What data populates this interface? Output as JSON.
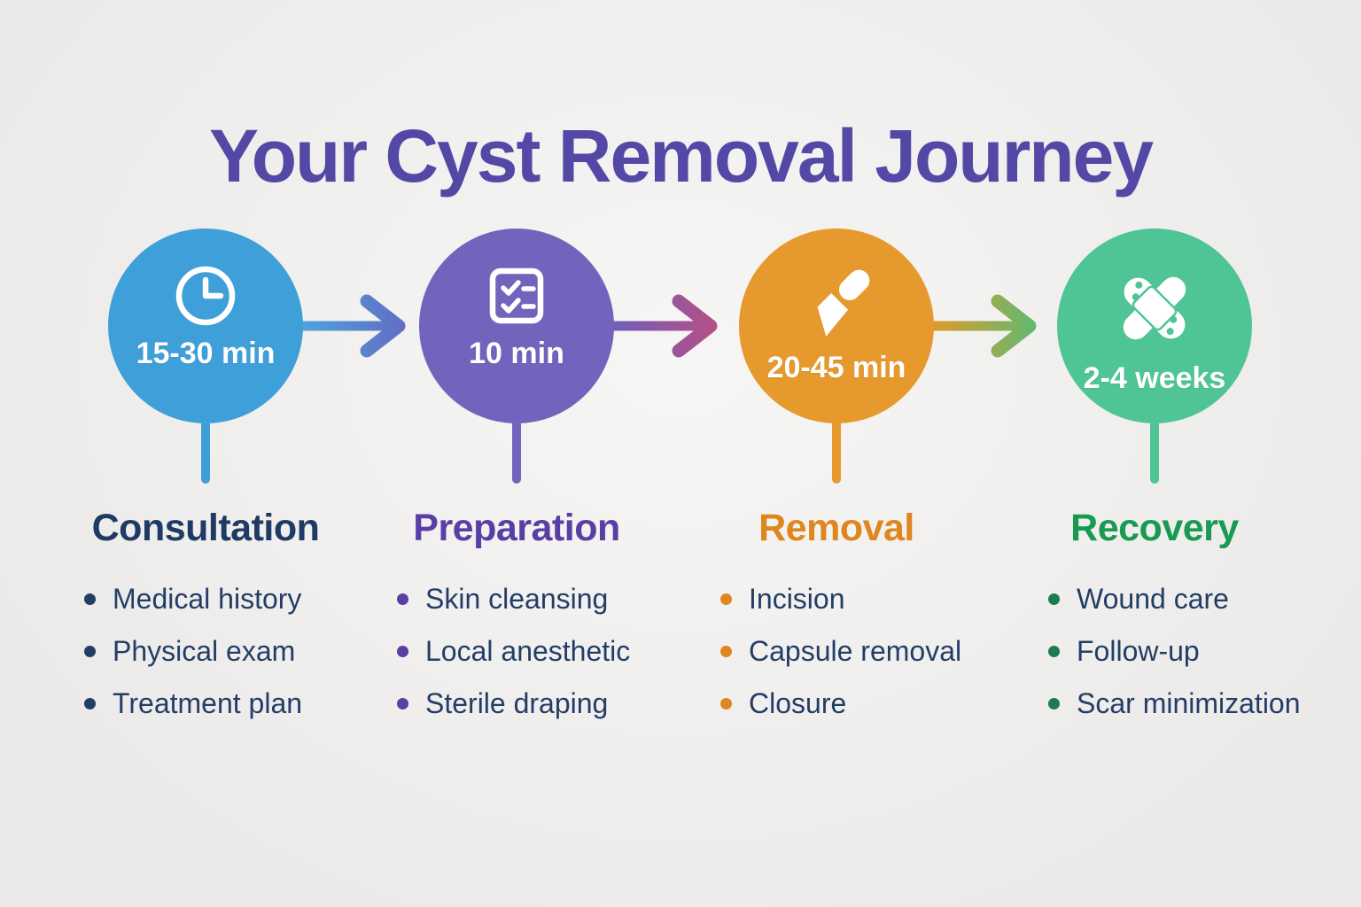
{
  "background_color": "#f2f1ef",
  "title": {
    "text": "Your Cyst Removal Journey",
    "color": "#5348a5"
  },
  "body_text_color": "#233e66",
  "stages": [
    {
      "name": "Consultation",
      "duration": "15-30 min",
      "icon": "clock-icon",
      "circle_color": "#3f9fd9",
      "heading_color": "#1f3a64",
      "bullet_color": "#233e66",
      "items": [
        "Medical history",
        "Physical exam",
        "Treatment plan"
      ]
    },
    {
      "name": "Preparation",
      "duration": "10 min",
      "icon": "checklist-icon",
      "circle_color": "#7363bd",
      "heading_color": "#5a3ea6",
      "bullet_color": "#5a3ea6",
      "items": [
        "Skin cleansing",
        "Local anesthetic",
        "Sterile draping"
      ]
    },
    {
      "name": "Removal",
      "duration": "20-45 min",
      "icon": "scalpel-icon",
      "circle_color": "#e6992d",
      "heading_color": "#df861e",
      "bullet_color": "#e0861f",
      "items": [
        "Incision",
        "Capsule removal",
        "Closure"
      ]
    },
    {
      "name": "Recovery",
      "duration": "2-4 weeks",
      "icon": "bandage-icon",
      "circle_color": "#4fc495",
      "heading_color": "#189a52",
      "bullet_color": "#1e7b50",
      "items": [
        "Wound care",
        "Follow-up",
        "Scar minimization"
      ]
    }
  ],
  "arrows": [
    {
      "from": "Consultation",
      "to": "Preparation",
      "gradient": [
        "#4fa5dd",
        "#6567c3"
      ]
    },
    {
      "from": "Preparation",
      "to": "Removal",
      "gradient": [
        "#6f5fbb",
        "#bc4e80"
      ]
    },
    {
      "from": "Removal",
      "to": "Recovery",
      "gradient": [
        "#e1992b",
        "#55bd77"
      ]
    }
  ]
}
